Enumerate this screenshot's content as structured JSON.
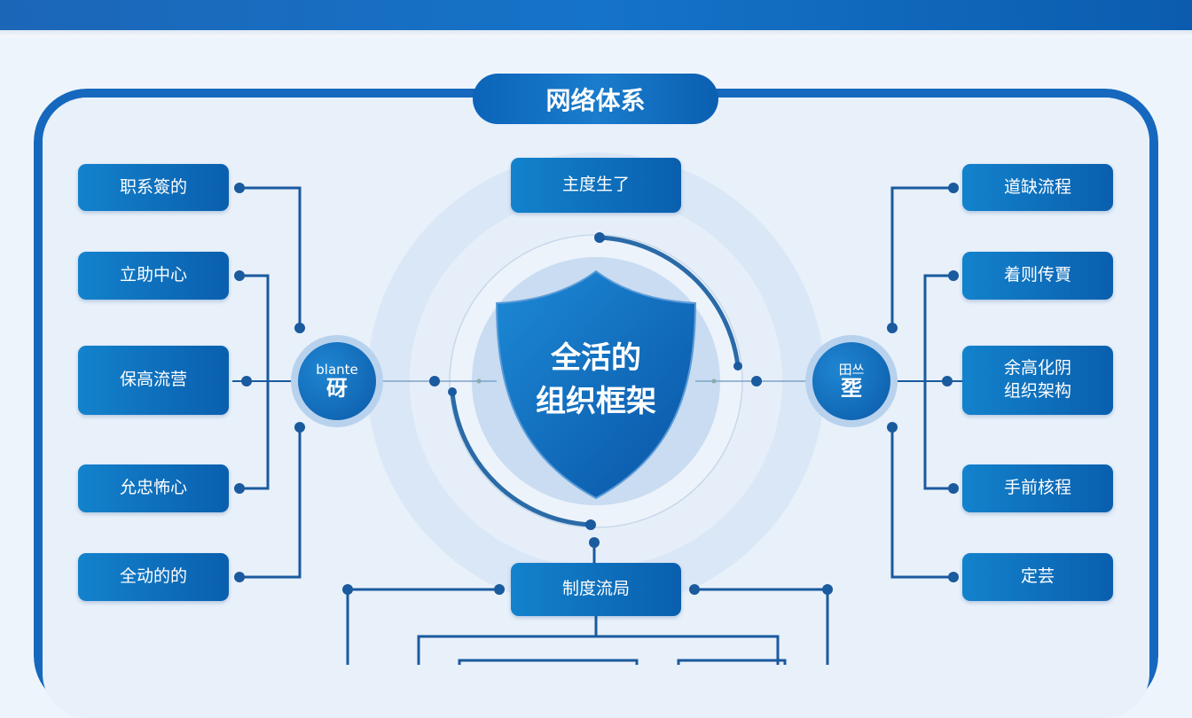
{
  "title": "网络体系",
  "center": {
    "line1": "全活的",
    "line2": "组织框架"
  },
  "top_box": "主度生了",
  "bottom_box": "制度流局",
  "left_node": {
    "line1": "blante",
    "line2": "砑"
  },
  "right_node": {
    "line1": "田쓰",
    "line2": "㘸"
  },
  "left_items": [
    {
      "label": "职系簽的"
    },
    {
      "label": "立助中心"
    },
    {
      "label": "保高流营"
    },
    {
      "label": "允忠怖心"
    },
    {
      "label": "全动的的"
    }
  ],
  "right_items": [
    {
      "label": "道缺流程"
    },
    {
      "label": "着则传賈"
    },
    {
      "label": "余高化阴",
      "label2": "组织架构"
    },
    {
      "label": "手前核程"
    },
    {
      "label": "定芸"
    }
  ],
  "colors": {
    "primary": "#0b5fae",
    "accent": "#1382cc",
    "background": "#eef4fb",
    "line": "#1a5a9e"
  }
}
